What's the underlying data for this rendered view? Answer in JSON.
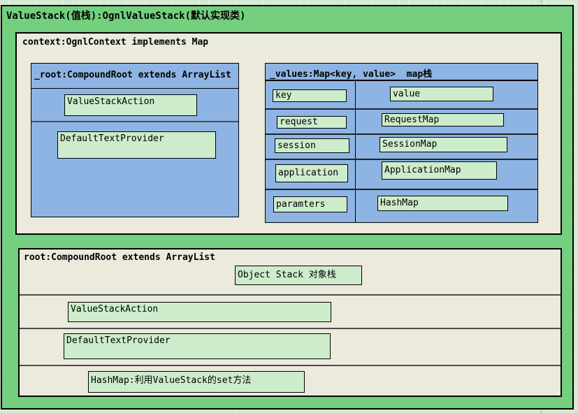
{
  "diagram_title": "ValueStack(值栈):OgnlValueStack(默认实现类)",
  "context_box": {
    "title": "context:OgnlContext implements Map",
    "root_box": {
      "title": "_root:CompoundRoot extends ArrayList",
      "items": [
        "ValueStackAction",
        "DefaultTextProvider"
      ]
    },
    "values_box": {
      "title": "_values:Map<key, value>  map栈",
      "rows": [
        {
          "key": "key",
          "value": "value"
        },
        {
          "key": "request",
          "value": "RequestMap"
        },
        {
          "key": "session",
          "value": "SessionMap"
        },
        {
          "key": "application",
          "value": "ApplicationMap"
        },
        {
          "key": "paramters",
          "value": "HashMap"
        }
      ]
    }
  },
  "bottom_box": {
    "title": "root:CompoundRoot extends ArrayList",
    "object_stack_label": "Object Stack 对象栈",
    "items": [
      "ValueStackAction",
      "DefaultTextProvider",
      "HashMap:利用ValueStack的set方法"
    ]
  },
  "colors": {
    "outer_green": "#74cf7f",
    "panel_beige": "#ece9dd",
    "box_blue": "#8db4e2",
    "chip_green": "#cdeccb",
    "sheet_background": "#d4ead1"
  }
}
